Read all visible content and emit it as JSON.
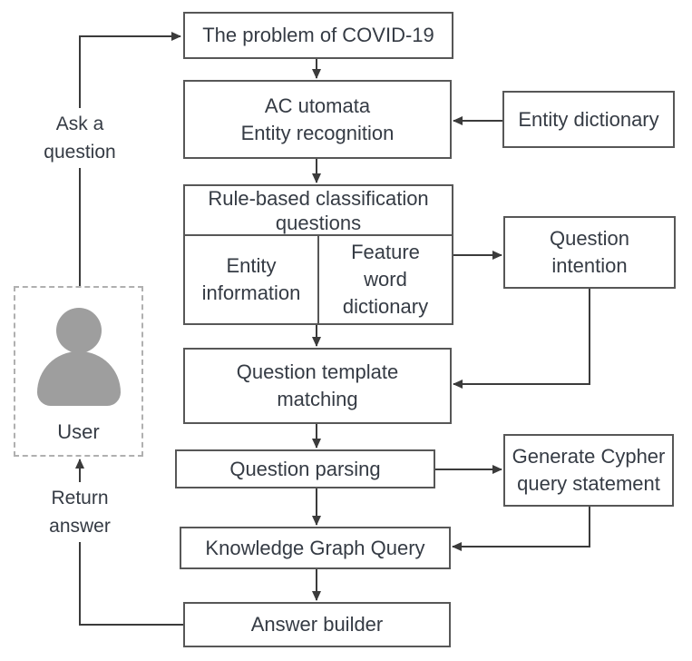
{
  "colors": {
    "background": "#ffffff",
    "connector_line": "#3b3b3b",
    "box_border": "#575757",
    "text": "#353b44",
    "user_icon": "#9e9e9e",
    "user_box_dashed_border": "#b0b0b0"
  },
  "nodes": {
    "problem": {
      "label": "The problem of COVID-19"
    },
    "entity_recognition": {
      "label": "AC utomata\nEntity recognition"
    },
    "rule_classification": {
      "label": "Rule-based classification\nquestions"
    },
    "entity_information": {
      "label": "Entity\ninformation"
    },
    "feature_word_dictionary": {
      "label": "Feature\nword\ndictionary"
    },
    "entity_dictionary": {
      "label": "Entity dictionary"
    },
    "question_intention": {
      "label": "Question\nintention"
    },
    "question_template_matching": {
      "label": "Question template\nmatching"
    },
    "question_parsing": {
      "label": "Question parsing"
    },
    "generate_cypher": {
      "label": "Generate Cypher\nquery statement"
    },
    "knowledge_graph_query": {
      "label": "Knowledge Graph Query"
    },
    "answer_builder": {
      "label": "Answer builder"
    },
    "user": {
      "label": "User"
    }
  },
  "edge_labels": {
    "ask_question": "Ask a\nquestion",
    "return_answer": "Return\nanswer"
  }
}
